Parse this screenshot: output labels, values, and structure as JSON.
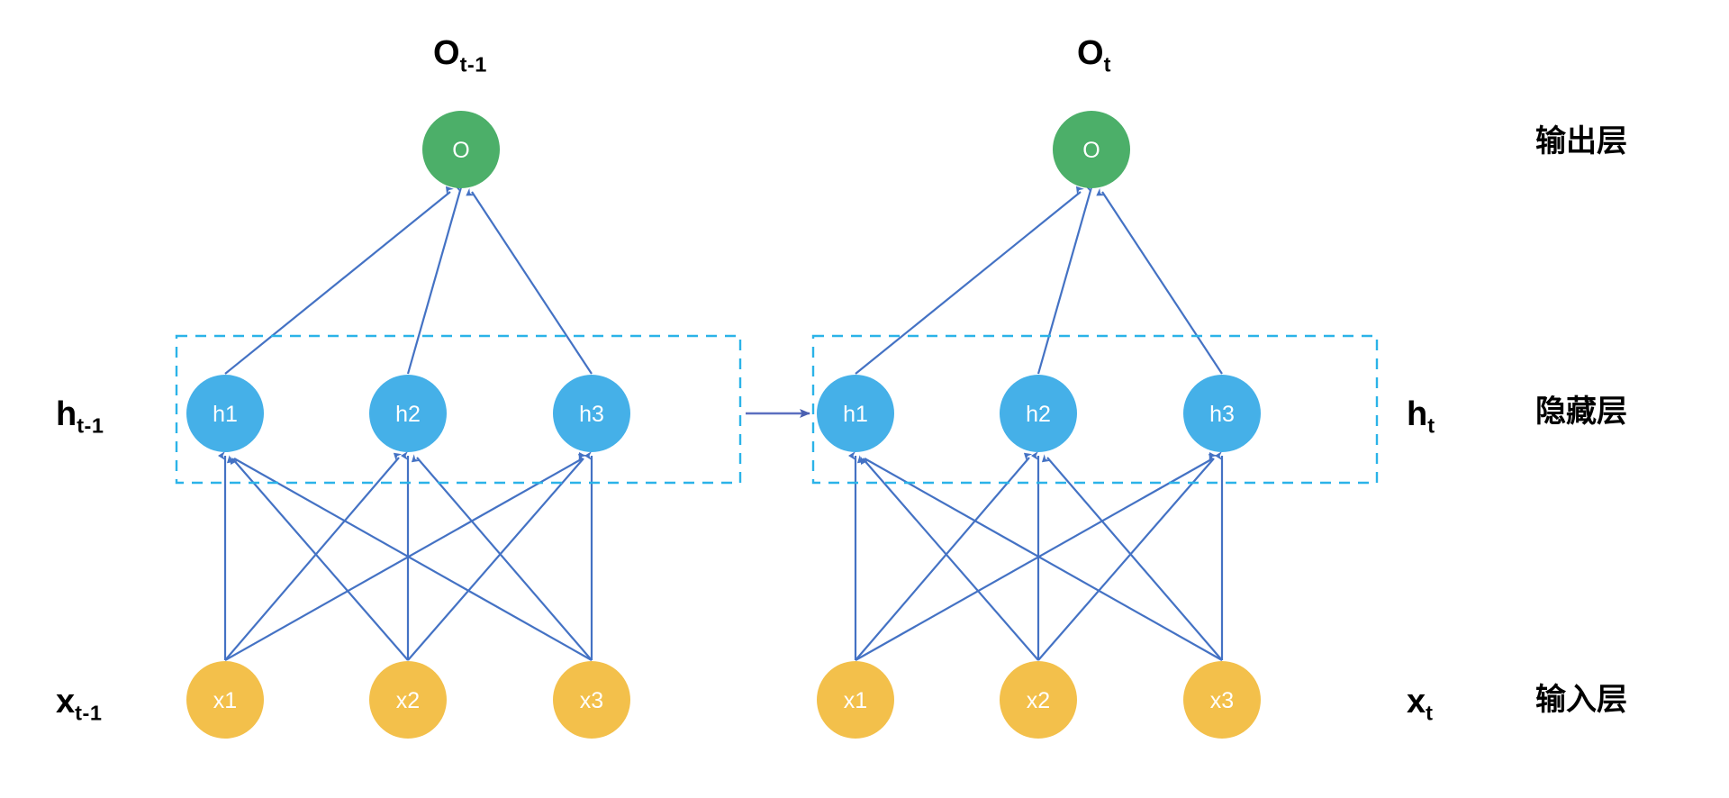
{
  "figure": {
    "title": "RNN unrolled architecture diagram",
    "background": "#ffffff"
  },
  "colors": {
    "output_node": "#4caf69",
    "hidden_node": "#45b0e8",
    "input_node": "#f3c04b",
    "edge": "#4472c4",
    "dashed_box": "#2bb3e8",
    "recurrent_arrow": "#5b6fc0",
    "text": "#000000",
    "node_text": "#ffffff"
  },
  "chart_data": {
    "type": "diagram",
    "description": "Unrolled recurrent neural network with two time steps (t-1 and t), each having 3 input units, 3 hidden units, and 1 output unit.",
    "timesteps": [
      {
        "id": "t-1",
        "output": {
          "label": "O",
          "title_base": "O",
          "title_sub": "t-1"
        },
        "hidden": {
          "label_base": "h",
          "label_sub": "t-1",
          "units": [
            "h1",
            "h2",
            "h3"
          ]
        },
        "input": {
          "label_base": "x",
          "label_sub": "t-1",
          "units": [
            "x1",
            "x2",
            "x3"
          ]
        }
      },
      {
        "id": "t",
        "output": {
          "label": "O",
          "title_base": "O",
          "title_sub": "t"
        },
        "hidden": {
          "label_base": "h",
          "label_sub": "t",
          "units": [
            "h1",
            "h2",
            "h3"
          ]
        },
        "input": {
          "label_base": "x",
          "label_sub": "t",
          "units": [
            "x1",
            "x2",
            "x3"
          ]
        }
      }
    ],
    "layer_names_cn": [
      "输出层",
      "隐藏层",
      "输入层"
    ],
    "connections": "fully connected input->hidden, hidden->output, recurrent hidden(t-1)->hidden(t)"
  },
  "blocks": {
    "left": {
      "output_title_base": "O",
      "output_title_sub": "t-1",
      "output_node_label": "O",
      "hidden_label_base": "h",
      "hidden_label_sub": "t-1",
      "hidden_nodes": [
        "h1",
        "h2",
        "h3"
      ],
      "input_label_base": "x",
      "input_label_sub": "t-1",
      "input_nodes": [
        "x1",
        "x2",
        "x3"
      ]
    },
    "right": {
      "output_title_base": "O",
      "output_title_sub": "t",
      "output_node_label": "O",
      "hidden_label_base": "h",
      "hidden_label_sub": "t",
      "hidden_nodes": [
        "h1",
        "h2",
        "h3"
      ],
      "input_label_base": "x",
      "input_label_sub": "t",
      "input_nodes": [
        "x1",
        "x2",
        "x3"
      ]
    }
  },
  "layer_labels": {
    "output": "输出层",
    "hidden": "隐藏层",
    "input": "输入层"
  }
}
